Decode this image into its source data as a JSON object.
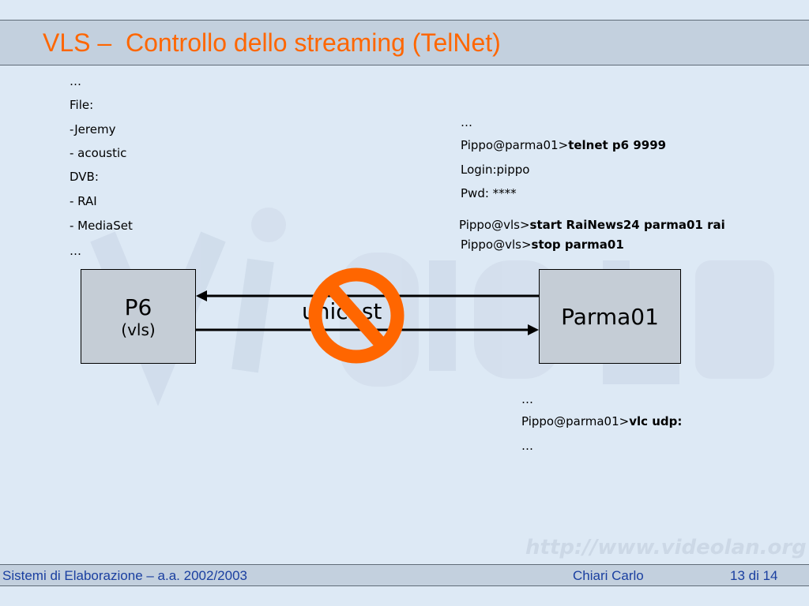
{
  "title": "VLS –  Controllo dello streaming (TelNet)",
  "left_list": [
    "…",
    "File:",
    "-Jeremy",
    "- acoustic",
    "DVB:",
    "- RAI",
    "- MediaSet",
    "…"
  ],
  "telnet_session": {
    "line1": "…",
    "line2_prefix": "Pippo@parma01>",
    "line2_cmd": "telnet p6 9999",
    "line3": "Login:pippo",
    "line4": "Pwd: ****",
    "line5_prefix": "Pippo@vls>",
    "line5_cmd": "start RaiNews24 parma01 rai",
    "line6_prefix": "Pippo@vls>",
    "line6_cmd": "stop parma01"
  },
  "vlc_session": {
    "line1": "…",
    "line2_prefix": "Pippo@parma01>",
    "line2_cmd": "vlc udp:",
    "line3": "…"
  },
  "diagram": {
    "left_node": {
      "name": "P6",
      "sub": "(vls)"
    },
    "right_node": {
      "name": "Parma01"
    },
    "link_label": "unicast",
    "prohibition_color": "#ff6600"
  },
  "watermark_url": "http://www.videolan.org",
  "footer": {
    "course": "Sistemi di Elaborazione – a.a. 2002/2003",
    "author": "Chiari Carlo",
    "page": "13 di 14"
  },
  "colors": {
    "title": "#ff6600",
    "footer_text": "#1a3fa0",
    "bar": "#c3d0de",
    "background": "#dde9f5"
  }
}
